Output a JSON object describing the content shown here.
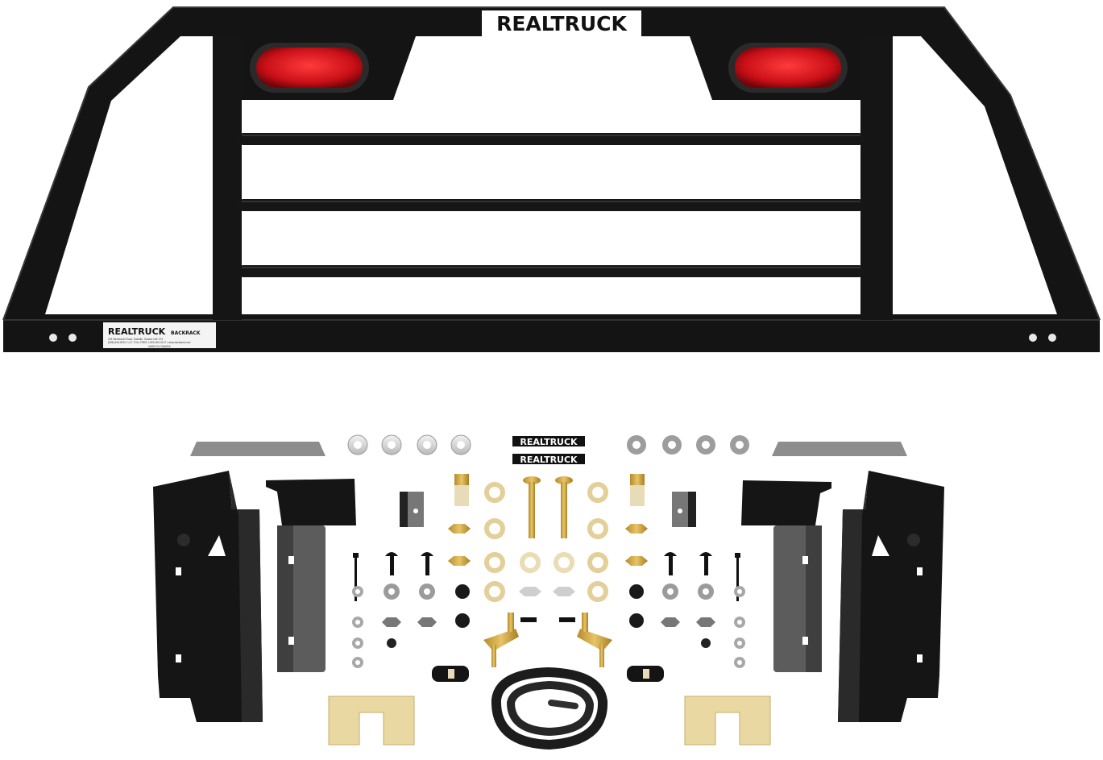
{
  "product": {
    "brand_top": "REALTRUCK",
    "label_brand": "REALTRUCK",
    "label_sub_brand": "BACKRACK",
    "label_address": "475 Wentworth Road, Oakville, Ontario L6K 3T3",
    "label_contact": "(905) 845-0033 / U.S. TOLL FREE 1-800-000-0127 • www.backrack.com",
    "label_made_in": "MADE IN CANADA",
    "decal_text_1": "REALTRUCK",
    "decal_text_2": "REALTRUCK",
    "rack_color": "#111111",
    "taillight_color": "#d0121a",
    "hardware_gold": "#c9a13c",
    "shim_color": "#e8d29a",
    "seal_color": "#1c1c1c"
  }
}
